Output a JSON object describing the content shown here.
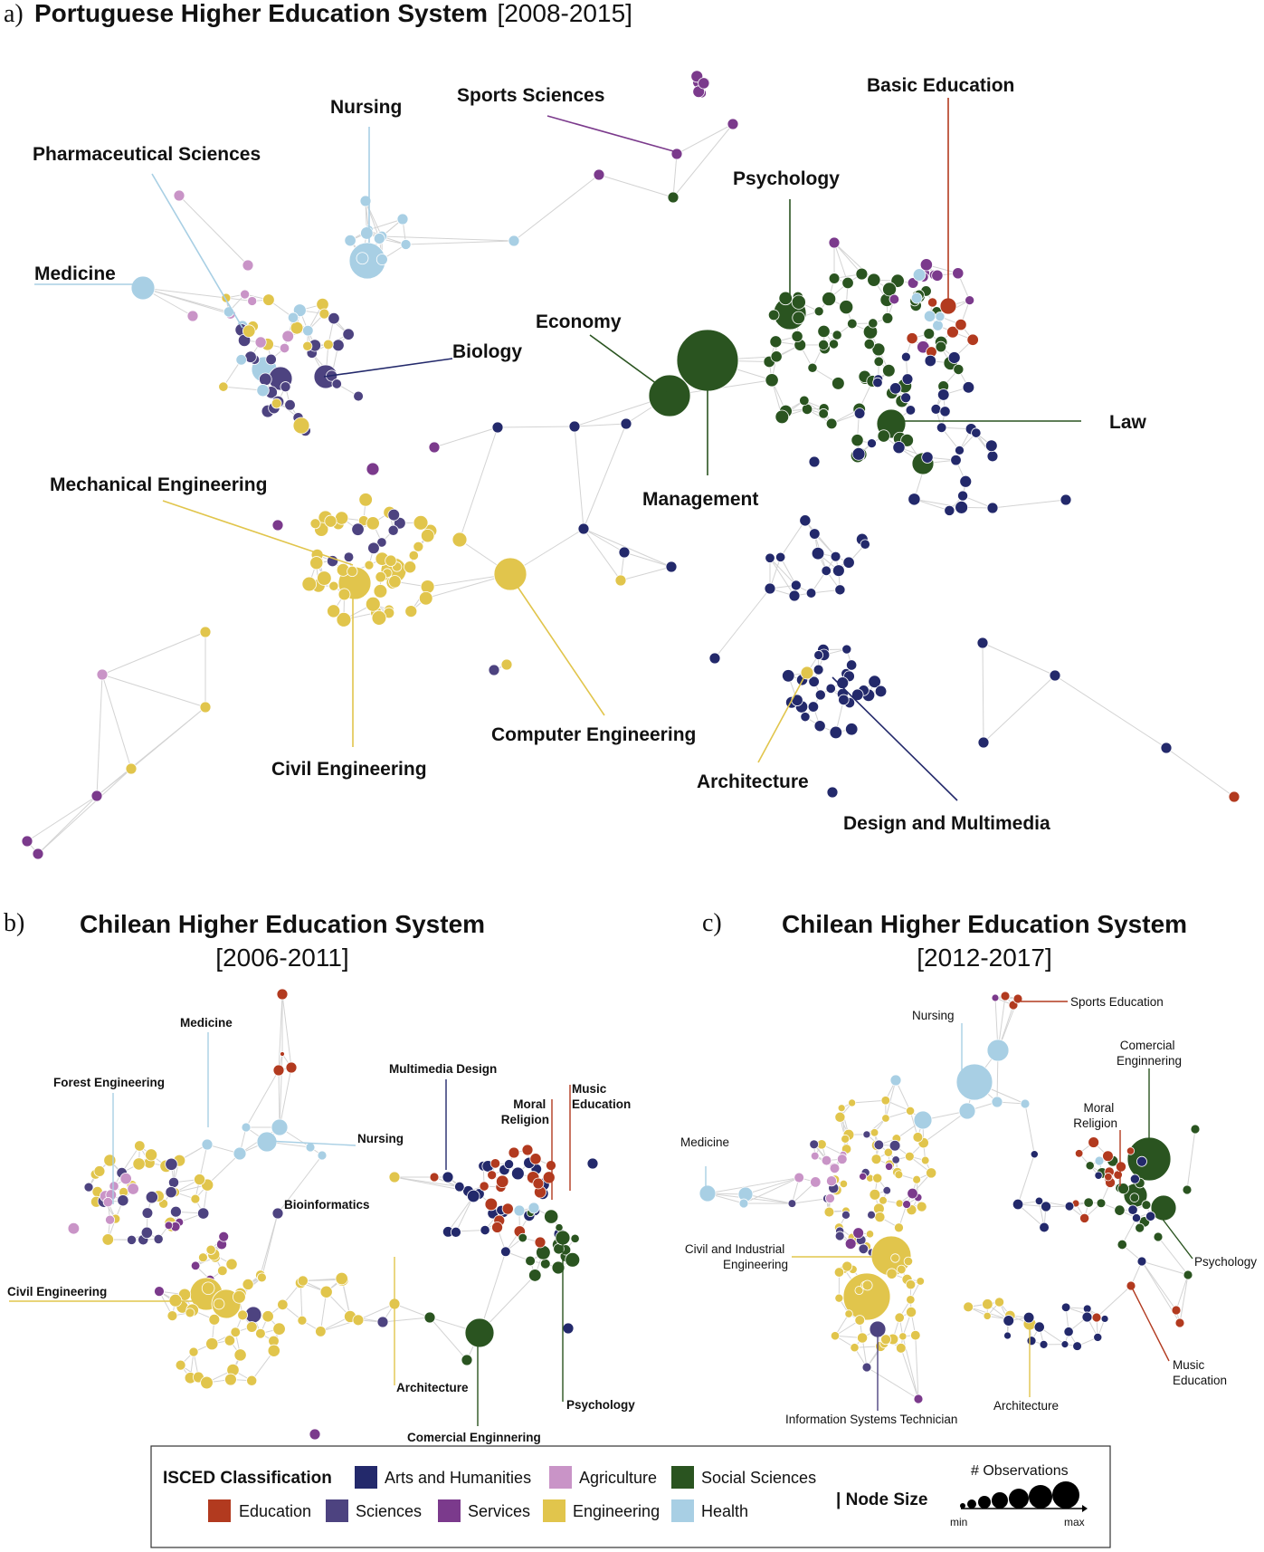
{
  "colors": {
    "arts_humanities": "#23296b",
    "agriculture": "#c994c7",
    "social_sciences": "#2a5420",
    "education": "#b23a1f",
    "sciences": "#4d4380",
    "services": "#7b3a8c",
    "engineering": "#e1c54c",
    "health": "#a8cfe4",
    "edge": "#d3d3d3"
  },
  "panel_a": {
    "letter": "a)",
    "title": "Portuguese Higher Education System",
    "years": "[2008-2015]",
    "labels": {
      "nursing": "Nursing",
      "sports_sciences": "Sports Sciences",
      "basic_education": "Basic Education",
      "pharmaceutical_sciences": "Pharmaceutical Sciences",
      "psychology": "Psychology",
      "medicine": "Medicine",
      "economy": "Economy",
      "biology": "Biology",
      "law": "Law",
      "mechanical_engineering": "Mechanical Engineering",
      "management": "Management",
      "computer_engineering": "Computer Engineering",
      "civil_engineering": "Civil Engineering",
      "architecture": "Architecture",
      "design_multimedia": "Design and Multimedia"
    }
  },
  "panel_b": {
    "letter": "b)",
    "title": "Chilean Higher Education System",
    "years": "[2006-2011]",
    "labels": {
      "medicine": "Medicine",
      "forest_engineering": "Forest Engineering",
      "multimedia_design": "Multimedia Design",
      "music_education": "Music\nEducation",
      "moral_religion": "Moral\nReligion",
      "nursing": "Nursing",
      "bioinformatics": "Bioinformatics",
      "civil_engineering": "Civil Engineering",
      "architecture": "Architecture",
      "psychology": "Psychology",
      "comercial_enginnering": "Comercial Enginnering"
    }
  },
  "panel_c": {
    "letter": "c)",
    "title": "Chilean Higher Education System",
    "years": "[2012-2017]",
    "labels": {
      "sports_education": "Sports Education",
      "nursing": "Nursing",
      "comercial_enginnering": "Comercial\nEnginnering",
      "moral_religion": "Moral\nReligion",
      "medicine": "Medicine",
      "civil_industrial": "Civil and Industrial\nEngineering",
      "psychology": "Psychology",
      "music_education": "Music\nEducation",
      "architecture": "Architecture",
      "info_systems": "Information Systems Technician"
    }
  },
  "legend": {
    "heading": "ISCED Classification",
    "items": [
      {
        "label": "Arts and Humanities",
        "color_key": "arts_humanities"
      },
      {
        "label": "Agriculture",
        "color_key": "agriculture"
      },
      {
        "label": "Social Sciences",
        "color_key": "social_sciences"
      },
      {
        "label": "Education",
        "color_key": "education"
      },
      {
        "label": "Sciences",
        "color_key": "sciences"
      },
      {
        "label": "Services",
        "color_key": "services"
      },
      {
        "label": "Engineering",
        "color_key": "engineering"
      },
      {
        "label": "Health",
        "color_key": "health"
      }
    ],
    "node_size_label": "| Node Size",
    "observations_label": "# Observations",
    "min_label": "min",
    "max_label": "max"
  }
}
